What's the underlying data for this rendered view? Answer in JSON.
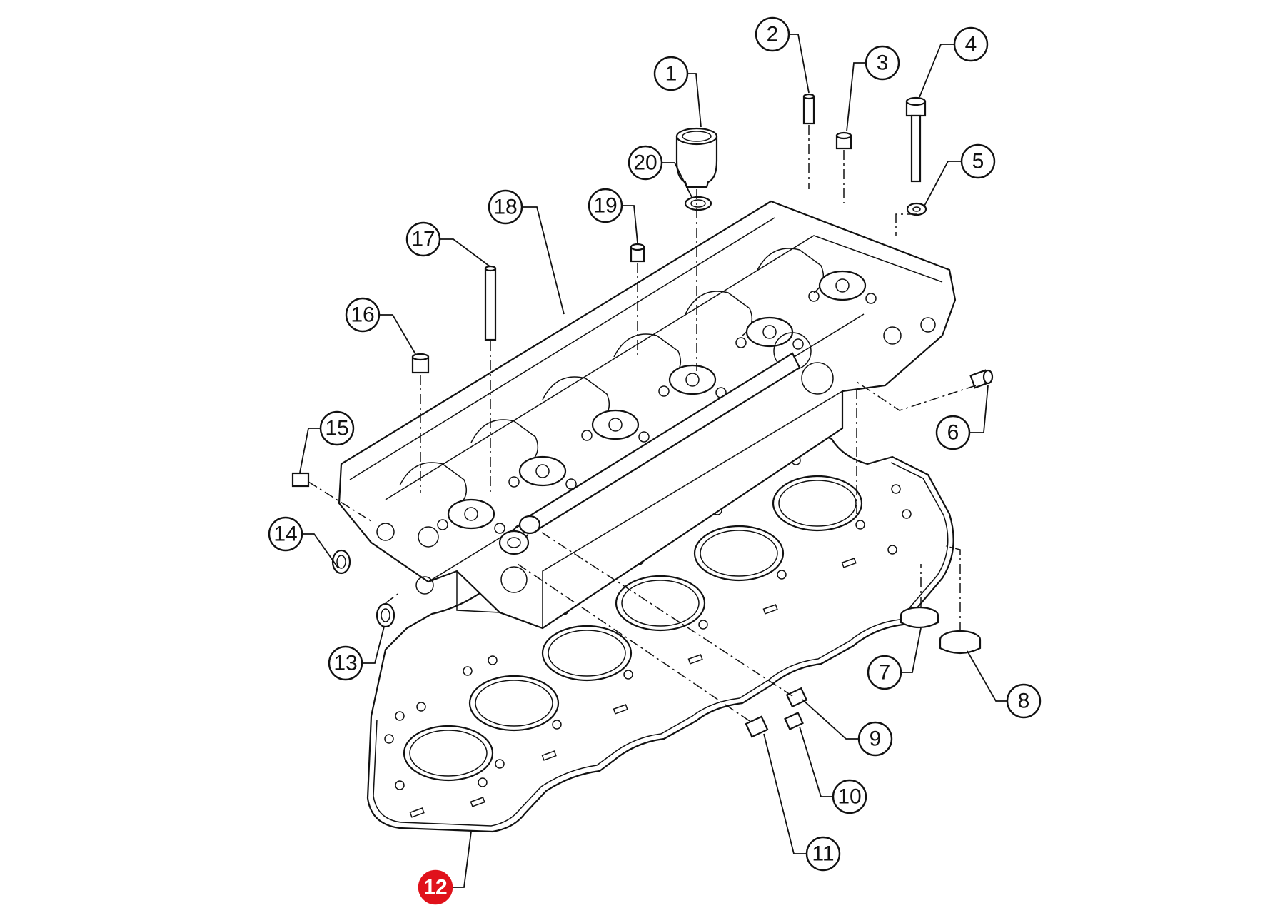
{
  "diagram": {
    "highlight_color": "#e0121b",
    "line_color": "#111111",
    "callouts": [
      {
        "label": "1",
        "highlighted": false
      },
      {
        "label": "2",
        "highlighted": false
      },
      {
        "label": "3",
        "highlighted": false
      },
      {
        "label": "4",
        "highlighted": false
      },
      {
        "label": "5",
        "highlighted": false
      },
      {
        "label": "6",
        "highlighted": false
      },
      {
        "label": "7",
        "highlighted": false
      },
      {
        "label": "8",
        "highlighted": false
      },
      {
        "label": "9",
        "highlighted": false
      },
      {
        "label": "10",
        "highlighted": false
      },
      {
        "label": "11",
        "highlighted": false
      },
      {
        "label": "12",
        "highlighted": true
      },
      {
        "label": "13",
        "highlighted": false
      },
      {
        "label": "14",
        "highlighted": false
      },
      {
        "label": "15",
        "highlighted": false
      },
      {
        "label": "16",
        "highlighted": false
      },
      {
        "label": "17",
        "highlighted": false
      },
      {
        "label": "18",
        "highlighted": false
      },
      {
        "label": "19",
        "highlighted": false
      },
      {
        "label": "20",
        "highlighted": false
      }
    ]
  }
}
